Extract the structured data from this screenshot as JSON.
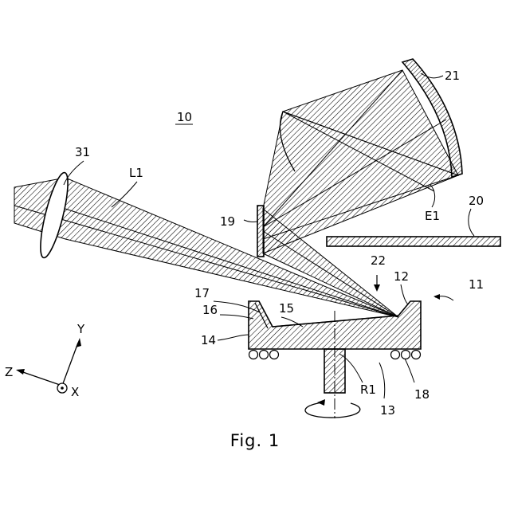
{
  "figure": {
    "caption": "Fig. 1",
    "reference_numerals": {
      "apparatus": "10",
      "wafer_unit": "11",
      "notch": "12",
      "rotation_axis_label": "13",
      "stage": "14",
      "surface": "15",
      "groove": "16",
      "bevel": "17",
      "rollers": "18",
      "mirror_19": "19",
      "plate_20": "20",
      "mirror_21": "21",
      "gap_22": "22",
      "lens": "31",
      "beam_l1": "L1",
      "beam_e1": "E1",
      "axis_r1": "R1"
    },
    "axes": {
      "y": "Y",
      "z": "Z",
      "x": "X"
    }
  }
}
